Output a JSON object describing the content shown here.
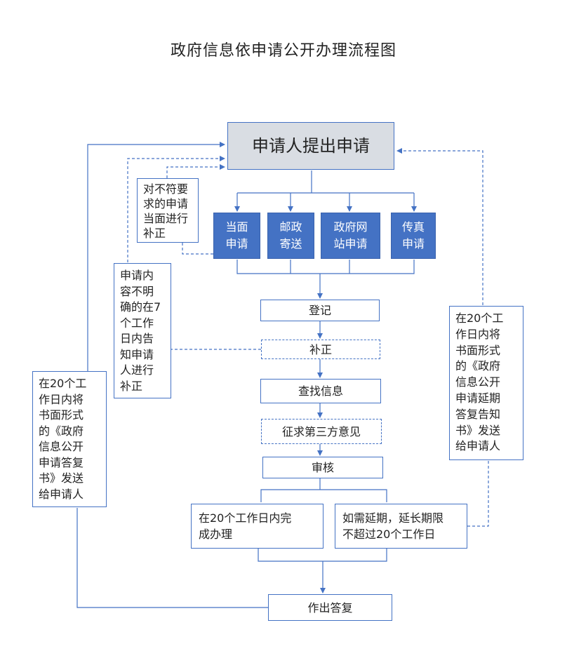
{
  "title": "政府信息依申请公开办理流程图",
  "colors": {
    "line": "#4472c4",
    "box_fill": "#4472c4",
    "top_box_fill": "#d9dde3"
  },
  "nodes": {
    "apply": "申请人提出申请",
    "channels": [
      "当面\n申请",
      "邮政\n寄送",
      "政府网\n站申请",
      "传真\n申请"
    ],
    "register": "登记",
    "supplement": "补正",
    "search": "查找信息",
    "third_party": "征求第三方意见",
    "review": "审核",
    "complete": "在20个工作日内完\n成办理",
    "extend": "如需延期，延长期限\n不超过20个工作日",
    "reply": "作出答复"
  },
  "notes": {
    "face_correction": "对不符要\n求的申请\n当面进行\n补正",
    "unclear_content": "申请内\n容不明\n确的在7\n个工作\n日内告\n知申请\n人进行\n补正",
    "reply_letter": "在20个工\n作日内将\n书面形式\n的《政府\n信息公开\n申请答复\n书》发送\n给申请人",
    "extension_letter": "在20个工\n作日内将\n书面形式\n的《政府\n信息公开\n申请延期\n答复告知\n书》发送\n给申请人"
  }
}
